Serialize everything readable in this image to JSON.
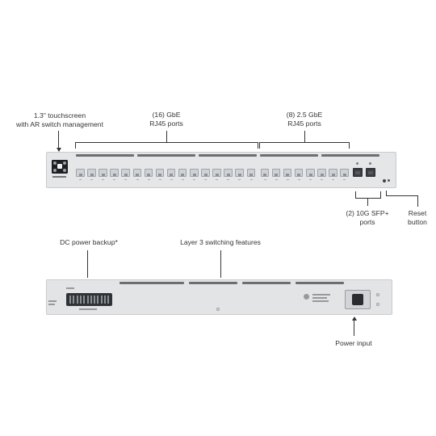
{
  "front": {
    "touchscreen_label": [
      "1.3\" touchscreen",
      "with AR switch management"
    ],
    "gbe_label": [
      "(16) GbE",
      "RJ45 ports"
    ],
    "gbe25_label": [
      "(8) 2.5 GbE",
      "RJ45 ports"
    ],
    "sfp_label": [
      "(2) 10G SFP+",
      "ports"
    ],
    "reset_label": [
      "Reset",
      "button"
    ]
  },
  "rear": {
    "dc_label": "DC power backup*",
    "l3_label": "Layer 3 switching features",
    "power_label": "Power input"
  }
}
